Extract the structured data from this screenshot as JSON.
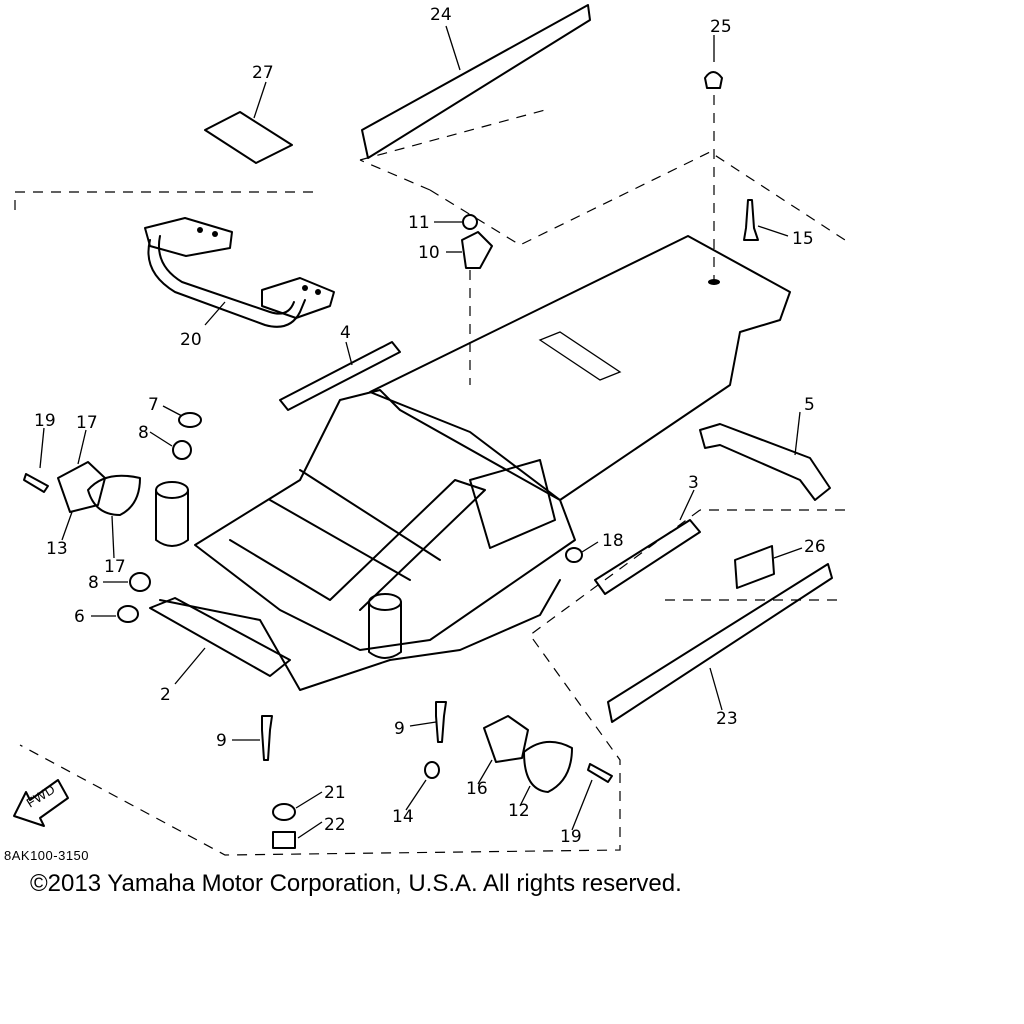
{
  "diagram": {
    "callouts": [
      "24",
      "25",
      "27",
      "11",
      "10",
      "15",
      "20",
      "4",
      "7",
      "5",
      "19",
      "17",
      "8",
      "13",
      "17",
      "3",
      "18",
      "26",
      "8",
      "6",
      "2",
      "23",
      "9",
      "9",
      "21",
      "22",
      "14",
      "16",
      "12",
      "19"
    ],
    "reference_code": "8AK100-3150",
    "fwd_label": "FWD"
  },
  "footer": {
    "copyright": "©2013 Yamaha Motor Corporation, U.S.A. All rights reserved."
  }
}
